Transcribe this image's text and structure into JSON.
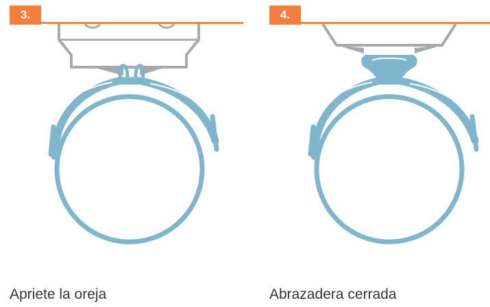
{
  "colors": {
    "accent": "#f47f3c",
    "clamp": "#7fb5cd",
    "tool": "#a7a9ac",
    "tool_face": "#ffffff",
    "caption_text": "#333333"
  },
  "steps": [
    {
      "number": "3.",
      "caption": "Apriete la oreja"
    },
    {
      "number": "4.",
      "caption": "Abrazadera cerrada"
    }
  ]
}
